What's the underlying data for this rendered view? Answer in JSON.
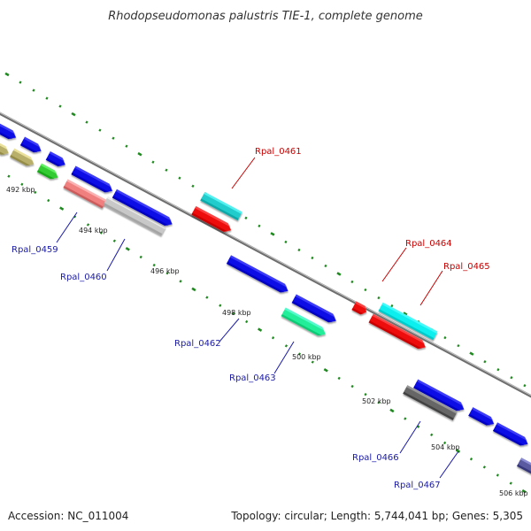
{
  "title": "Rhodopseudomonas palustris TIE-1, complete genome",
  "footer": {
    "accession": "Accession: NC_011004",
    "summary": "Topology: circular; Length: 5,744,041 bp; Genes: 5,305"
  },
  "scale_labels": [
    "492 kbp",
    "494 kbp",
    "496 kbp",
    "498 kbp",
    "500 kbp",
    "502 kbp",
    "504 kbp",
    "506 kbp"
  ],
  "gene_labels": {
    "rpal_0459": "Rpal_0459",
    "rpal_0460": "Rpal_0460",
    "rpal_0461": "Rpal_0461",
    "rpal_0462": "Rpal_0462",
    "rpal_0463": "Rpal_0463",
    "rpal_0464": "Rpal_0464",
    "rpal_0465": "Rpal_0465",
    "rpal_0466": "Rpal_0466",
    "rpal_0467": "Rpal_0467"
  },
  "colors": {
    "blue": "#0a0ae6",
    "olive": "#b8b06a",
    "green": "#33cc33",
    "pink": "#f08080",
    "lightgray": "#c8c8c8",
    "cyan": "#22cccc",
    "red": "#ee1111",
    "aqua": "#11eeee",
    "spring": "#22ee99",
    "darkgray": "#666666",
    "slate": "#5a5aa0",
    "backbone": "#8c8c8c",
    "tick": "#1f8a1f",
    "leader_blue": "#1a1aa8",
    "leader_red": "#c80000"
  }
}
